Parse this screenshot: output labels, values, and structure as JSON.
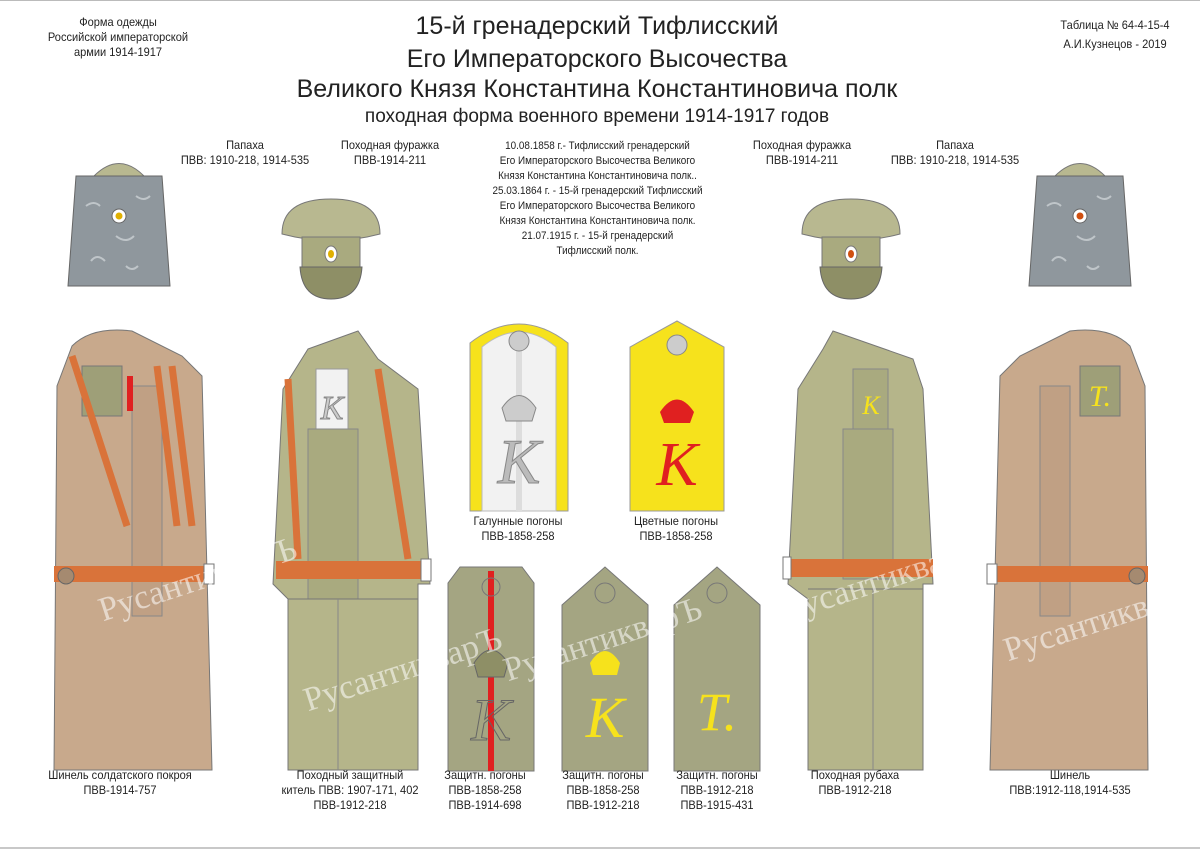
{
  "header": {
    "left": [
      "Форма одежды",
      "Российской императорской",
      "армии  1914-1917"
    ],
    "right": [
      "Таблица № 64-4-15-4",
      "А.И.Кузнецов - 2019"
    ],
    "title": [
      "15-й гренадерский Тифлисский",
      "Его Императорского Высочества",
      "Великого Князя Константина Константиновича полк"
    ],
    "subtitle": "походная форма военного времени 1914-1917 годов"
  },
  "history": [
    "10.08.1858 г.- Тифлисский гренадерский",
    "Его Императорского Высочества Великого",
    "Князя Константина Константиновича полк..",
    "25.03.1864 г. - 15-й гренадерский Тифлисский",
    "Его Императорского Высочества Великого",
    "Князя Константина Константиновича полк.",
    "21.07.1915 г. - 15-й гренадерский",
    "Тифлисский полк."
  ],
  "items": {
    "papakha_left": [
      "Папаха",
      "ПВВ: 1910-218, 1914-535"
    ],
    "cap_left": [
      "Походная фуражка",
      "ПВВ-1914-211"
    ],
    "cap_right": [
      "Походная фуражка",
      "ПВВ-1914-211"
    ],
    "papakha_right": [
      "Папаха",
      "ПВВ: 1910-218, 1914-535"
    ],
    "galun_boards": [
      "Галунные погоны",
      "ПВВ-1858-258"
    ],
    "color_boards": [
      "Цветные погоны",
      "ПВВ-1858-258"
    ],
    "greatcoat_soldier": [
      "Шинель солдатского покроя",
      "ПВВ-1914-757"
    ],
    "tunic": [
      "Походный защитный",
      "китель ПВВ: 1907-171, 402",
      "ПВВ-1912-218"
    ],
    "khaki_boards_1": [
      "Защитн. погоны",
      "ПВВ-1858-258",
      "ПВВ-1914-698"
    ],
    "khaki_boards_2": [
      "Защитн.  погоны",
      "ПВВ-1858-258",
      "ПВВ-1912-218"
    ],
    "khaki_boards_3": [
      "Защитн.  погоны",
      "ПВВ-1912-218",
      "ПВВ-1915-431"
    ],
    "shirt": [
      "Походная рубаха",
      "ПВВ-1912-218"
    ],
    "greatcoat": [
      "Шинель",
      "ПВВ:1912-118,1914-535"
    ]
  },
  "cyphers": {
    "k": "К",
    "t": "Т."
  },
  "watermark": "РусантикварЪ",
  "colors": {
    "khaki": "#b5b58a",
    "greatcoat": "#c8a98c",
    "belt": "#d9733a",
    "yellow": "#f6e21c",
    "red": "#e02020",
    "papakha": "#8f979d"
  }
}
